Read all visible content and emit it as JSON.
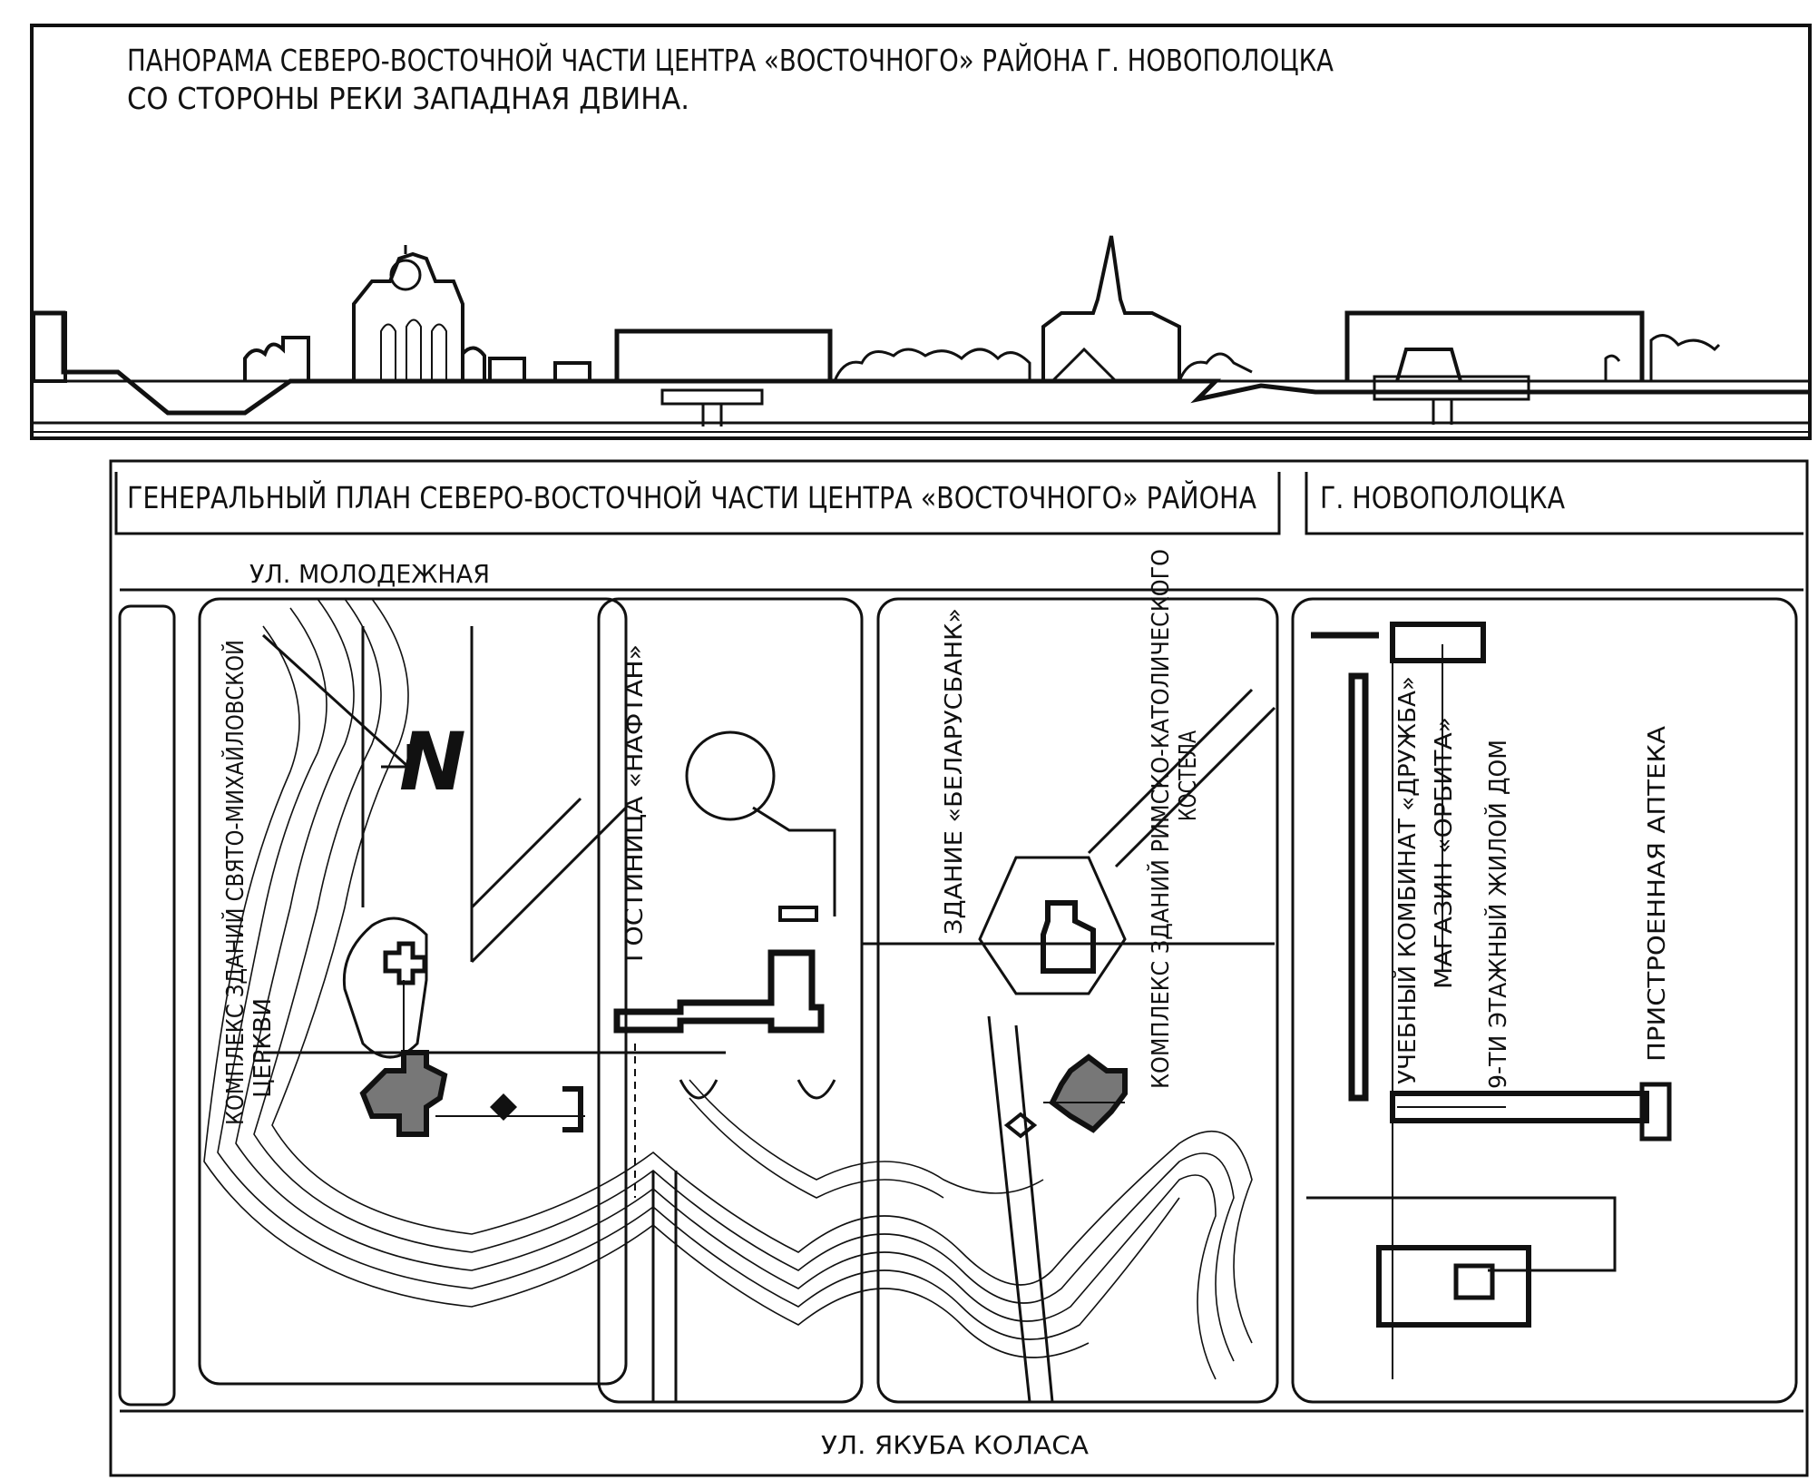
{
  "panorama": {
    "title_line1": "ПАНОРАМА СЕВЕРО-ВОСТОЧНОЙ ЧАСТИ ЦЕНТРА «ВОСТОЧНОГО» РАЙОНА Г. НОВОПОЛОЦКА",
    "title_line2": "СО СТОРОНЫ РЕКИ ЗАПАДНАЯ ДВИНА."
  },
  "plan": {
    "title_left": "ГЕНЕРАЛЬНЫЙ ПЛАН СЕВЕРО-ВОСТОЧНОЙ ЧАСТИ ЦЕНТРА «ВОСТОЧНОГО» РАЙОНА",
    "title_right": "Г. НОВОПОЛОЦКА",
    "north_label": "N",
    "streets": {
      "top": "УЛ. МОЛОДЕЖНАЯ",
      "bottom": "УЛ. ЯКУБА КОЛАСА"
    },
    "labels": {
      "church_line1": "КОМПЛЕКС ЗДАНИЙ СВЯТО-МИХАЙЛОВСКОЙ",
      "church_line2": "ЦЕРКВИ",
      "hotel": "ГОСТИНИЦА «НАФТАН»",
      "bank": "ЗДАНИЕ «БЕЛАРУСБАНК»",
      "kostel_line1": "КОМПЛЕКС ЗДАНИЙ РИМСКО-КАТОЛИЧЕСКОГО",
      "kostel_line2": "КОСТЕЛА",
      "school": "УЧЕБНЫЙ КОМБИНАТ «ДРУЖБА»",
      "shop": "МАГАЗИН «ОРБИТА»",
      "house": "9-ТИ ЭТАЖНЫЙ ЖИЛОЙ ДОМ",
      "pharmacy": "ПРИСТРОЕННАЯ АПТЕКА"
    }
  }
}
